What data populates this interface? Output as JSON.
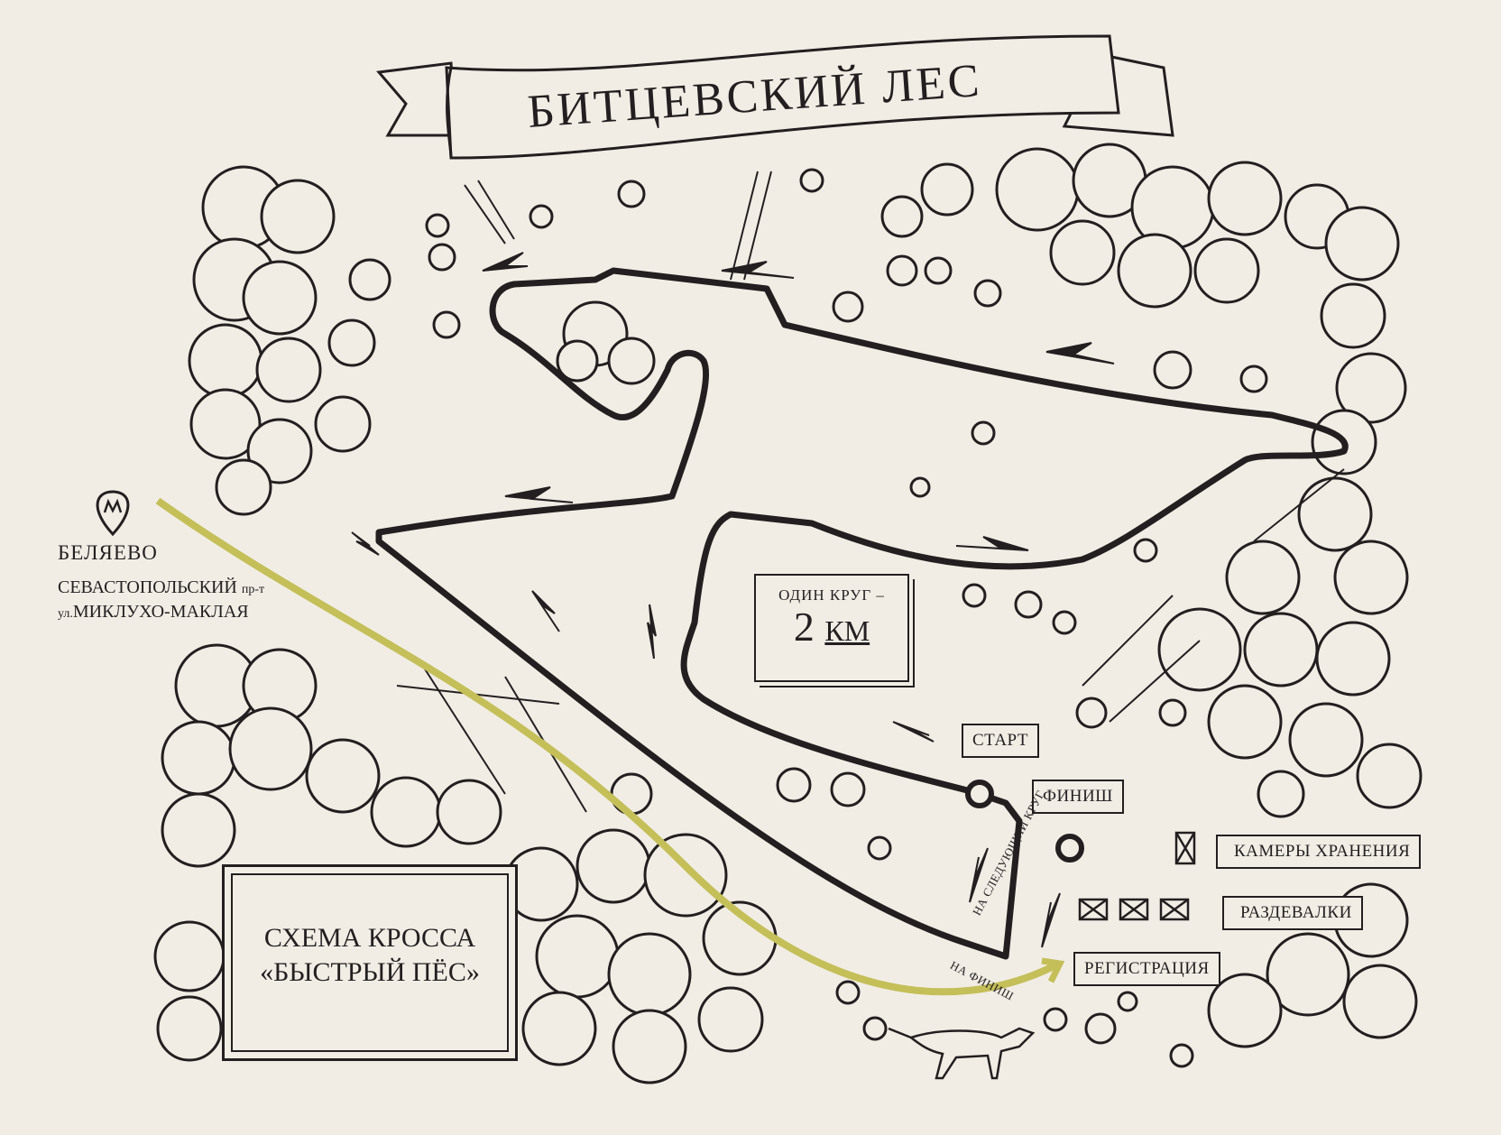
{
  "map": {
    "title": "БИТЦЕВСКИЙ ЛЕС",
    "metro": {
      "icon": "metro-pin-icon",
      "station": "БЕЛЯЕВО",
      "street1_main": "СЕВАСТОПОЛЬСКИЙ ",
      "street1_suffix": "пр-т",
      "street2_prefix": "ул.",
      "street2_main": "МИКЛУХО-МАКЛАЯ"
    },
    "loop": {
      "caption": "ОДИН КРУГ –",
      "distance_value": "2",
      "distance_unit": "КМ"
    },
    "scheme": {
      "line1": "СХЕМА КРОССА",
      "line2": "«БЫСТРЫЙ ПЁС»"
    },
    "markers": {
      "start": "СТАРТ",
      "finish": "ФИНИШ",
      "storage": "КАМЕРЫ ХРАНЕНИЯ",
      "dressing": "РАЗДЕВАЛКИ",
      "registration": "РЕГИСТРАЦИЯ",
      "next_lap": "НА СЛЕДУЮЩИЙ КРУГ",
      "to_finish": "НА ФИНИШ"
    },
    "colors": {
      "ink": "#231f20",
      "paper": "#f1ede5",
      "approach_path": "#c4bf58"
    }
  }
}
